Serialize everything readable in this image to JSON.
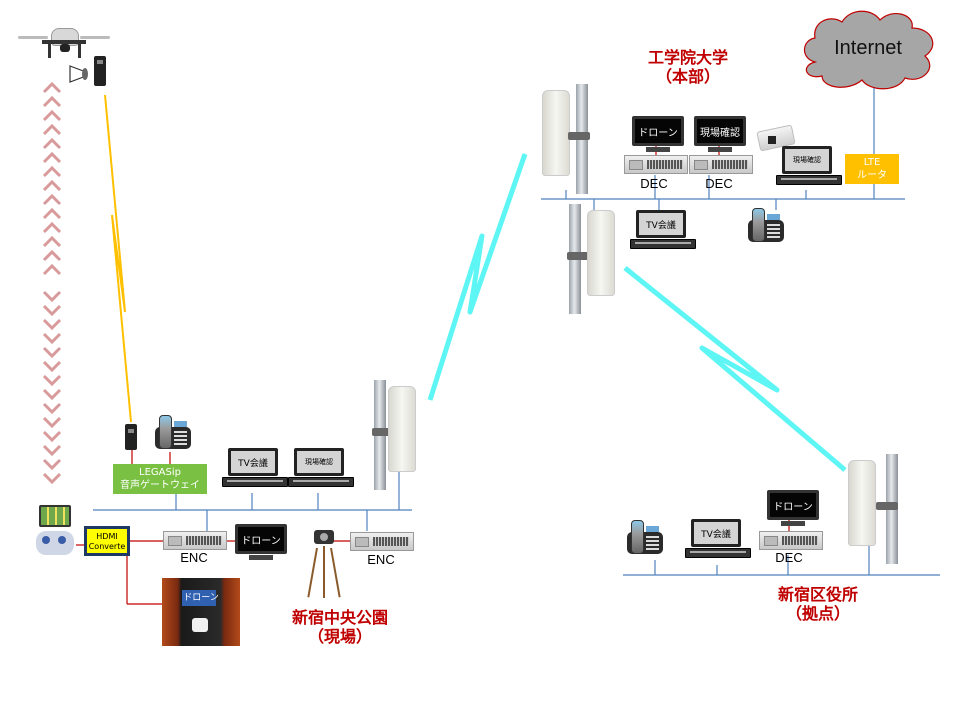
{
  "colors": {
    "title_red": "#c00000",
    "lan_line": "#4f81bd",
    "link_red": "#c00000",
    "wireless_cyan": "#5ef5f5",
    "radio_yellow": "#ffc000",
    "gateway_green": "#7ac043",
    "hdmi_yellow": "#ffff00",
    "lte_orange": "#ffc000",
    "internet_cloud": "#a6a6a6",
    "cloud_border": "#c00000"
  },
  "sites": {
    "hq": {
      "title_line1": "工学院大学",
      "title_line2": "（本部）",
      "devices": {
        "monitor_drone": "ドローン",
        "monitor_site_check": "現場確認",
        "dec1_label": "DEC",
        "dec2_label": "DEC",
        "laptop_site_check": "現場確認",
        "laptop_tv_conf": "TV会議",
        "lte_router_line1": "LTE",
        "lte_router_line2": "ルータ",
        "internet": "Internet"
      }
    },
    "field": {
      "title_line1": "新宿中央公園",
      "title_line2": "（現場）",
      "devices": {
        "gateway_line1": "LEGASip",
        "gateway_line2": "音声ゲートウェイ",
        "laptop_tv_conf": "TV会議",
        "laptop_site_check": "現場確認",
        "hdmi_line1": "HDMI",
        "hdmi_line2": "Converte",
        "enc1_label": "ENC",
        "enc2_label": "ENC",
        "monitor_drone": "ドローン",
        "van_screen": "ドローン"
      }
    },
    "ward": {
      "title_line1": "新宿区役所",
      "title_line2": "（拠点）",
      "devices": {
        "laptop_tv_conf": "TV会議",
        "monitor_drone": "ドローン",
        "dec_label": "DEC"
      }
    }
  }
}
